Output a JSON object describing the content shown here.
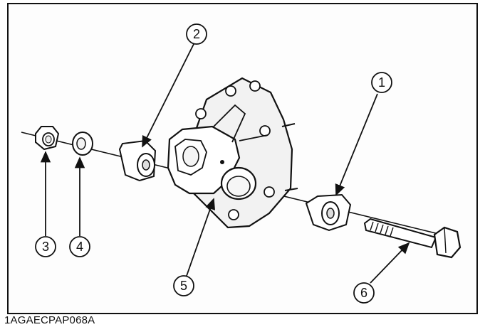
{
  "figure_code": "1AGAECPAP068A",
  "callouts": [
    {
      "id": "1",
      "label": "1"
    },
    {
      "id": "2",
      "label": "2"
    },
    {
      "id": "3",
      "label": "3"
    },
    {
      "id": "4",
      "label": "4"
    },
    {
      "id": "5",
      "label": "5"
    },
    {
      "id": "6",
      "label": "6"
    }
  ]
}
